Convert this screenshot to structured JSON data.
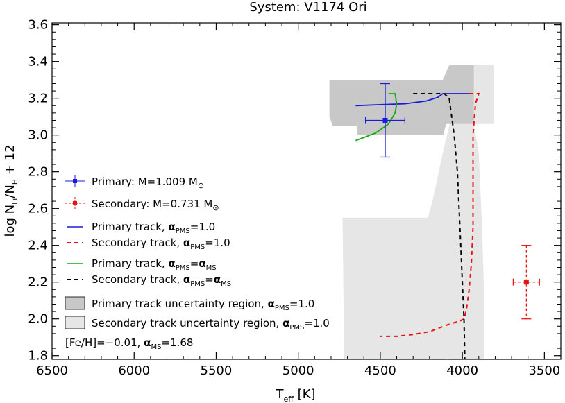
{
  "chart_data": {
    "type": "line",
    "title": "System: V1174 Ori",
    "xlabel": "T",
    "xlabel_sub": "eff",
    "xlabel_unit": "[K]",
    "ylabel": "log N",
    "ylabel_sub1": "Li",
    "ylabel_mid": "/N",
    "ylabel_sub2": "H",
    "ylabel_tail": " + 12",
    "xlim": [
      6500,
      3400
    ],
    "ylim": [
      1.78,
      3.61
    ],
    "xticks": [
      6500,
      6000,
      5500,
      5000,
      4500,
      4000,
      3500
    ],
    "xtick_labels": [
      "6500",
      "6000",
      "5500",
      "5000",
      "4500",
      "4000",
      "3500"
    ],
    "yticks": [
      1.8,
      2.0,
      2.2,
      2.4,
      2.6,
      2.8,
      3.0,
      3.2,
      3.4,
      3.6
    ],
    "ytick_labels": [
      "1.8",
      "2.0",
      "2.2",
      "2.4",
      "2.6",
      "2.8",
      "3.0",
      "3.2",
      "3.4",
      "3.6"
    ],
    "grid": false,
    "legend_position": "left",
    "colors": {
      "primary": "#1a1add",
      "secondary": "#ee1111",
      "green": "#13aa13",
      "black": "#000000",
      "primary_region": "#c8c8c8",
      "secondary_region": "#e6e6e6"
    },
    "regions": [
      {
        "name": "Secondary track uncertainty region, αPMS=1.0",
        "color": "#e6e6e6",
        "polygon": [
          [
            4070,
            3.38
          ],
          [
            3810,
            3.38
          ],
          [
            3810,
            3.06
          ],
          [
            3930,
            3.06
          ],
          [
            3900,
            2.9
          ],
          [
            3880,
            2.5
          ],
          [
            3870,
            2.2
          ],
          [
            3870,
            1.78
          ],
          [
            4720,
            1.78
          ],
          [
            4730,
            2.55
          ],
          [
            4210,
            2.55
          ],
          [
            4180,
            2.65
          ],
          [
            4120,
            2.9
          ],
          [
            4080,
            3.05
          ],
          [
            4070,
            3.2
          ]
        ]
      },
      {
        "name": "Primary track uncertainty region, αPMS=1.0",
        "color": "#c8c8c8",
        "polygon": [
          [
            4810,
            3.3
          ],
          [
            4120,
            3.3
          ],
          [
            4080,
            3.38
          ],
          [
            3930,
            3.38
          ],
          [
            3930,
            3.06
          ],
          [
            4100,
            3.06
          ],
          [
            4115,
            3.0
          ],
          [
            4640,
            3.0
          ],
          [
            4640,
            3.05
          ],
          [
            4790,
            3.05
          ],
          [
            4810,
            3.1
          ]
        ]
      }
    ],
    "series": [
      {
        "name": "Primary track, αPMS=1.0",
        "color": "#1a1add",
        "dash": "solid",
        "points": [
          [
            4650,
            3.16
          ],
          [
            4500,
            3.165
          ],
          [
            4350,
            3.17
          ],
          [
            4220,
            3.185
          ],
          [
            4150,
            3.205
          ],
          [
            4120,
            3.225
          ],
          [
            3960,
            3.225
          ]
        ]
      },
      {
        "name": "Secondary track, αPMS=1.0",
        "color": "#ee1111",
        "dash": "dashed",
        "points": [
          [
            3960,
            3.225
          ],
          [
            3900,
            3.225
          ],
          [
            3920,
            3.17
          ],
          [
            3935,
            3.0
          ],
          [
            3935,
            2.8
          ],
          [
            3935,
            2.5
          ],
          [
            3945,
            2.3
          ],
          [
            3960,
            2.15
          ],
          [
            3975,
            2.05
          ],
          [
            3990,
            2.0
          ],
          [
            4010,
            1.99
          ],
          [
            4100,
            1.965
          ],
          [
            4200,
            1.93
          ],
          [
            4300,
            1.915
          ],
          [
            4400,
            1.905
          ],
          [
            4500,
            1.905
          ]
        ]
      },
      {
        "name": "Primary track, αPMS=αMS",
        "color": "#13aa13",
        "dash": "solid",
        "points": [
          [
            4450,
            3.225
          ],
          [
            4410,
            3.225
          ],
          [
            4400,
            3.17
          ],
          [
            4410,
            3.12
          ],
          [
            4450,
            3.06
          ],
          [
            4530,
            3.01
          ],
          [
            4650,
            2.97
          ]
        ]
      },
      {
        "name": "Secondary track, αPMS=αMS",
        "color": "#000000",
        "dash": "dashed",
        "points": [
          [
            4300,
            3.225
          ],
          [
            4110,
            3.225
          ],
          [
            4080,
            3.2
          ],
          [
            4050,
            3.0
          ],
          [
            4030,
            2.8
          ],
          [
            4020,
            2.6
          ],
          [
            4010,
            2.4
          ],
          [
            4000,
            2.2
          ],
          [
            3990,
            2.0
          ],
          [
            3985,
            1.78
          ]
        ]
      }
    ],
    "points": [
      {
        "name": "Primary: M=1.009 M",
        "color": "#1a1add",
        "x": 4470,
        "y": 3.08,
        "xerr": 120,
        "yerr": 0.2,
        "dash": "solid"
      },
      {
        "name": "Secondary: M=0.731 M",
        "color": "#ee1111",
        "x": 3610,
        "y": 2.2,
        "xerr": 80,
        "yerr": 0.2,
        "dash": "dashed"
      }
    ]
  },
  "legend": {
    "primary_point": {
      "text": "Primary: M=1.009 M",
      "sub": "⊙"
    },
    "secondary_point": {
      "text": "Secondary: M=0.731 M",
      "sub": "⊙"
    },
    "primary_track": {
      "text": "Primary track, ",
      "alpha": "α",
      "sub": "PMS",
      "tail": "=1.0"
    },
    "secondary_track": {
      "text": "Secondary track, ",
      "alpha": "α",
      "sub": "PMS",
      "tail": "=1.0"
    },
    "primary_track_ms": {
      "text": "Primary track, ",
      "alpha": "α",
      "sub": "PMS",
      "eq": "=",
      "alpha2": "α",
      "sub2": "MS"
    },
    "secondary_track_ms": {
      "text": "Secondary track, ",
      "alpha": "α",
      "sub": "PMS",
      "eq": "=",
      "alpha2": "α",
      "sub2": "MS"
    },
    "primary_region": {
      "text": "Primary track uncertainty region, ",
      "alpha": "α",
      "sub": "PMS",
      "tail": "=1.0"
    },
    "secondary_region": {
      "text": "Secondary track uncertainty region, ",
      "alpha": "α",
      "sub": "PMS",
      "tail": "=1.0"
    },
    "metallicity": {
      "text": "[Fe/H]=−0.01, ",
      "alpha": "α",
      "sub": "MS",
      "tail": "=1.68"
    }
  }
}
